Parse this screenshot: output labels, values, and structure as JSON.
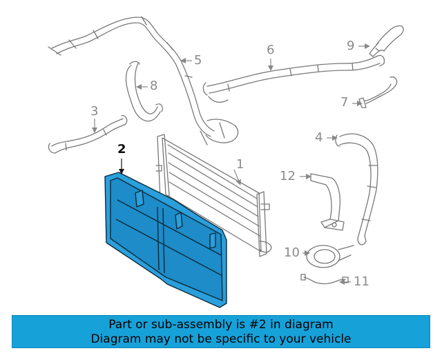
{
  "callouts": {
    "c1": "1",
    "c2": "2",
    "c3": "3",
    "c4": "4",
    "c5": "5",
    "c6": "6",
    "c7": "7",
    "c8": "8",
    "c9": "9",
    "c10": "10",
    "c11": "11",
    "c12": "12"
  },
  "highlight_color": "#2a9fdc",
  "banner": {
    "line1": "Part or sub-assembly is #2 in diagram",
    "line2": "Diagram may not be specific to your vehicle",
    "background": "#17a1d9"
  }
}
